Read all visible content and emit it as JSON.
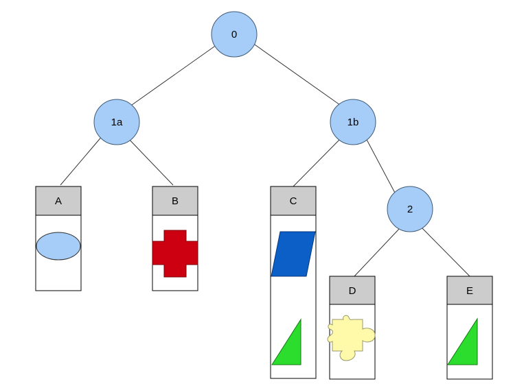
{
  "colors": {
    "node_fill": "#a6cdf7",
    "leaf_header_fill": "#cccccc",
    "ellipse_fill": "#a6cdf7",
    "cross_fill": "#cc0011",
    "parallelogram_fill": "#0b5fc6",
    "triangle_fill": "#2ddd2d",
    "puzzle_fill": "#fffaaa"
  },
  "tree": {
    "nodes": [
      {
        "id": "n0",
        "label": "0"
      },
      {
        "id": "n1a",
        "label": "1a"
      },
      {
        "id": "n1b",
        "label": "1b"
      },
      {
        "id": "n2",
        "label": "2"
      }
    ],
    "leaves": [
      {
        "id": "A",
        "label": "A",
        "shapes": [
          "ellipse"
        ]
      },
      {
        "id": "B",
        "label": "B",
        "shapes": [
          "cross"
        ]
      },
      {
        "id": "C",
        "label": "C",
        "shapes": [
          "parallelogram",
          "right-triangle"
        ]
      },
      {
        "id": "D",
        "label": "D",
        "shapes": [
          "puzzle-piece"
        ]
      },
      {
        "id": "E",
        "label": "E",
        "shapes": [
          "right-triangle"
        ]
      }
    ],
    "edges": [
      {
        "from": "n0",
        "to": "n1a"
      },
      {
        "from": "n0",
        "to": "n1b"
      },
      {
        "from": "n1a",
        "to": "A"
      },
      {
        "from": "n1a",
        "to": "B"
      },
      {
        "from": "n1b",
        "to": "C"
      },
      {
        "from": "n1b",
        "to": "n2"
      },
      {
        "from": "n2",
        "to": "D"
      },
      {
        "from": "n2",
        "to": "E"
      }
    ]
  }
}
